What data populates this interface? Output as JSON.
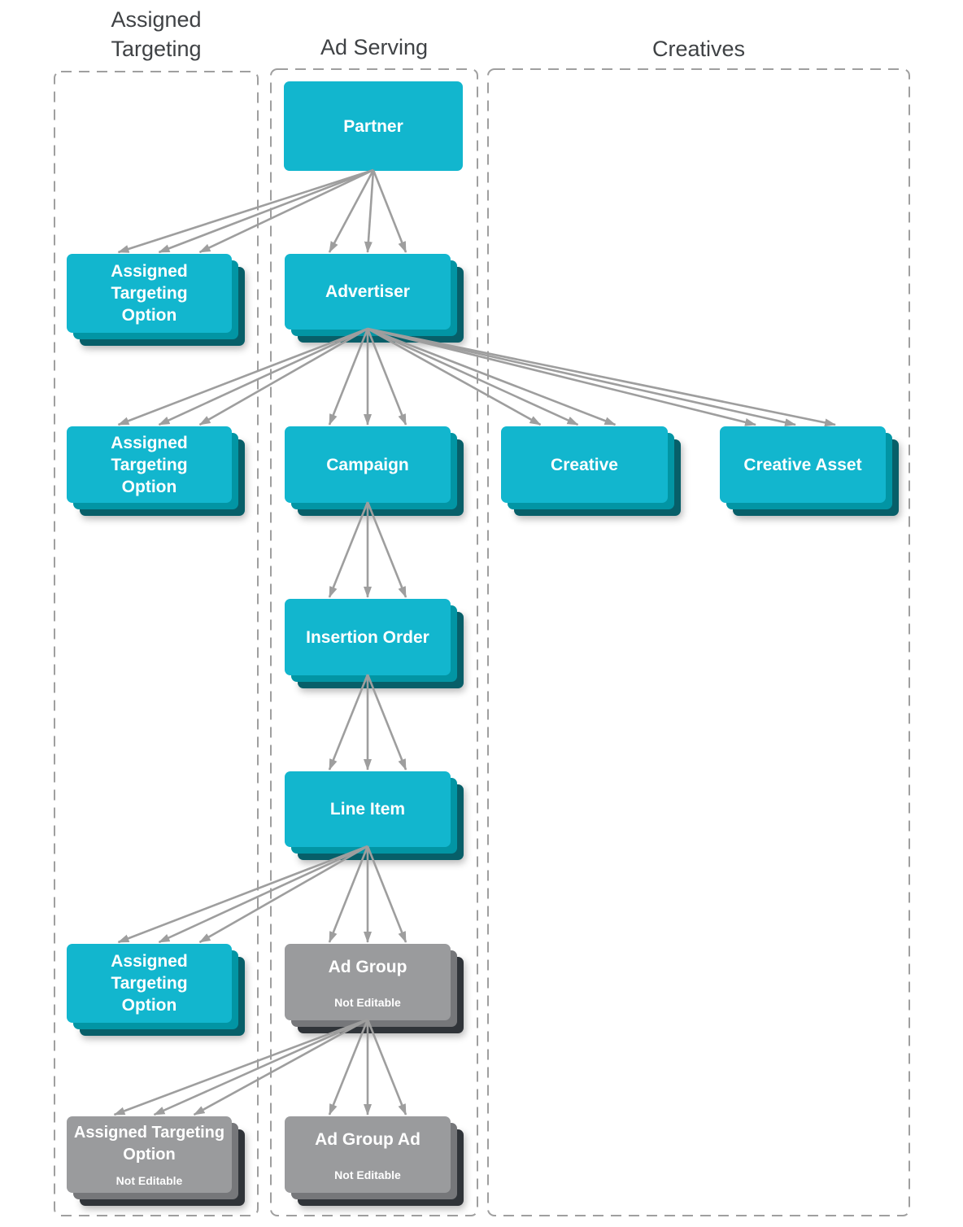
{
  "columns": [
    {
      "id": "assigned-targeting",
      "title": "Assigned Targeting"
    },
    {
      "id": "ad-serving",
      "title": "Ad Serving"
    },
    {
      "id": "creatives",
      "title": "Creatives"
    }
  ],
  "nodes": [
    {
      "id": "partner",
      "label": "Partner",
      "variant": "cyan",
      "stacked": false
    },
    {
      "id": "ato1",
      "label": "Assigned Targeting Option",
      "variant": "cyan",
      "stacked": true
    },
    {
      "id": "advertiser",
      "label": "Advertiser",
      "variant": "cyan",
      "stacked": true
    },
    {
      "id": "ato2",
      "label": "Assigned Targeting Option",
      "variant": "cyan",
      "stacked": true
    },
    {
      "id": "campaign",
      "label": "Campaign",
      "variant": "cyan",
      "stacked": true
    },
    {
      "id": "creative",
      "label": "Creative",
      "variant": "cyan",
      "stacked": true
    },
    {
      "id": "creative_asset",
      "label": "Creative Asset",
      "variant": "cyan",
      "stacked": true
    },
    {
      "id": "insertion_order",
      "label": "Insertion Order",
      "variant": "cyan",
      "stacked": true
    },
    {
      "id": "line_item",
      "label": "Line Item",
      "variant": "cyan",
      "stacked": true
    },
    {
      "id": "ato3",
      "label": "Assigned Targeting Option",
      "variant": "cyan",
      "stacked": true
    },
    {
      "id": "ad_group",
      "label": "Ad Group",
      "sublabel": "Not Editable",
      "variant": "gray",
      "stacked": true
    },
    {
      "id": "ato4",
      "label": "Assigned Targeting Option",
      "sublabel": "Not Editable",
      "variant": "gray",
      "stacked": true
    },
    {
      "id": "ad_group_ad",
      "label": "Ad Group Ad",
      "sublabel": "Not Editable",
      "variant": "gray",
      "stacked": true
    }
  ],
  "edges": [
    {
      "from": "partner",
      "to": "ato1"
    },
    {
      "from": "partner",
      "to": "advertiser"
    },
    {
      "from": "advertiser",
      "to": "ato2"
    },
    {
      "from": "advertiser",
      "to": "campaign"
    },
    {
      "from": "advertiser",
      "to": "creative"
    },
    {
      "from": "advertiser",
      "to": "creative_asset"
    },
    {
      "from": "campaign",
      "to": "insertion_order"
    },
    {
      "from": "insertion_order",
      "to": "line_item"
    },
    {
      "from": "line_item",
      "to": "ato3"
    },
    {
      "from": "line_item",
      "to": "ad_group"
    },
    {
      "from": "ad_group",
      "to": "ato4"
    },
    {
      "from": "ad_group",
      "to": "ad_group_ad"
    }
  ],
  "colors": {
    "node_cyan": "#12b6ce",
    "node_cyan_layer2": "#0295a4",
    "node_cyan_layer3": "#075f69",
    "node_gray": "#9a9b9d",
    "node_gray_layer2": "#76777a",
    "node_gray_layer3": "#303439",
    "arrow": "#9e9e9e",
    "column_border": "#9f9f9f",
    "column_title": "#3f4245",
    "node_text": "#ffffff",
    "background": "#ffffff"
  }
}
